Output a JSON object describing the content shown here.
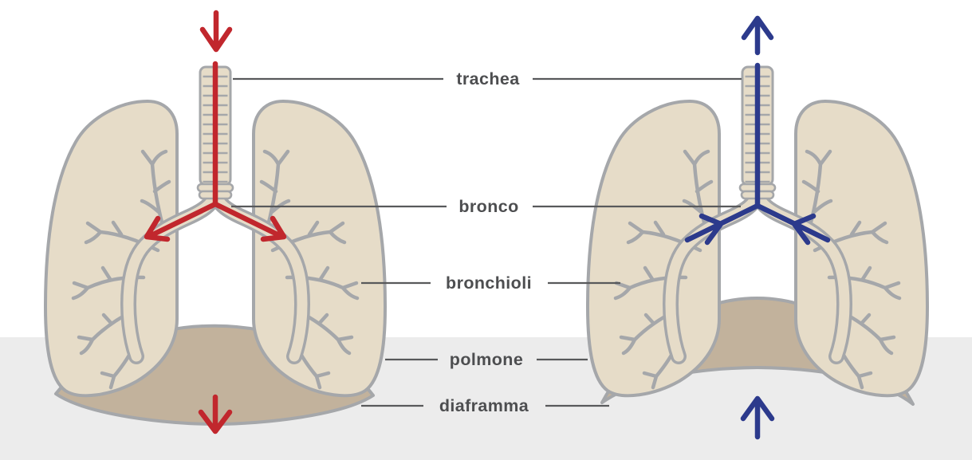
{
  "diagram": {
    "subject": "lungs-breathing-mechanics",
    "labels": [
      {
        "id": "trachea",
        "text": "trachea"
      },
      {
        "id": "bronco",
        "text": "bronco"
      },
      {
        "id": "bronchioli",
        "text": "bronchioli"
      },
      {
        "id": "polmone",
        "text": "polmone"
      },
      {
        "id": "diaframma",
        "text": "diaframma"
      }
    ],
    "left_panel": {
      "airflow_direction": "down",
      "arrow_color": "#c1272d",
      "diaphragm_state": "contracted-flattened"
    },
    "right_panel": {
      "airflow_direction": "up",
      "arrow_color": "#2c3a8c",
      "diaphragm_state": "relaxed-domed"
    },
    "colors": {
      "lung_fill": "#e6dcc8",
      "anatomy_outline": "#a5a7aa",
      "diaphragm_fill": "#c2b29c",
      "inhale_arrow": "#c1272d",
      "exhale_arrow": "#2c3a8c",
      "label_line": "#58595b",
      "label_text": "#4d4e50",
      "background_top": "#ffffff",
      "background_band": "#ececec"
    }
  }
}
